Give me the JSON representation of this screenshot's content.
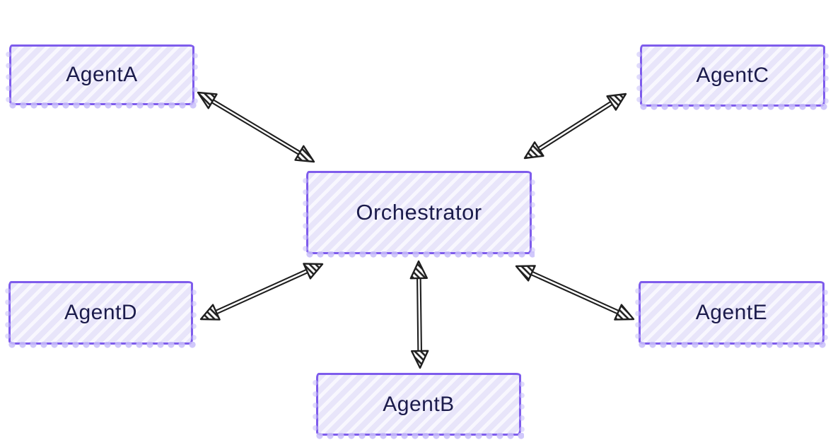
{
  "diagram": {
    "type": "flowchart",
    "style": "hand-drawn",
    "nodes": [
      {
        "id": "agentA",
        "label": "AgentA"
      },
      {
        "id": "agentB",
        "label": "AgentB"
      },
      {
        "id": "agentC",
        "label": "AgentC"
      },
      {
        "id": "agentD",
        "label": "AgentD"
      },
      {
        "id": "agentE",
        "label": "AgentE"
      },
      {
        "id": "orchestrator",
        "label": "Orchestrator"
      }
    ],
    "edges": [
      {
        "from": "agentA",
        "to": "orchestrator",
        "direction": "bidirectional"
      },
      {
        "from": "agentC",
        "to": "orchestrator",
        "direction": "bidirectional"
      },
      {
        "from": "agentD",
        "to": "orchestrator",
        "direction": "bidirectional"
      },
      {
        "from": "agentE",
        "to": "orchestrator",
        "direction": "bidirectional"
      },
      {
        "from": "agentB",
        "to": "orchestrator",
        "direction": "bidirectional"
      }
    ],
    "colors": {
      "node_border": "#7e5cec",
      "node_fill": "#e8e5fa",
      "node_stripe": "#f8f7fe",
      "node_text": "#1b1b4b",
      "arrow": "#1f1f1f",
      "shadow": "#c8befa"
    }
  }
}
